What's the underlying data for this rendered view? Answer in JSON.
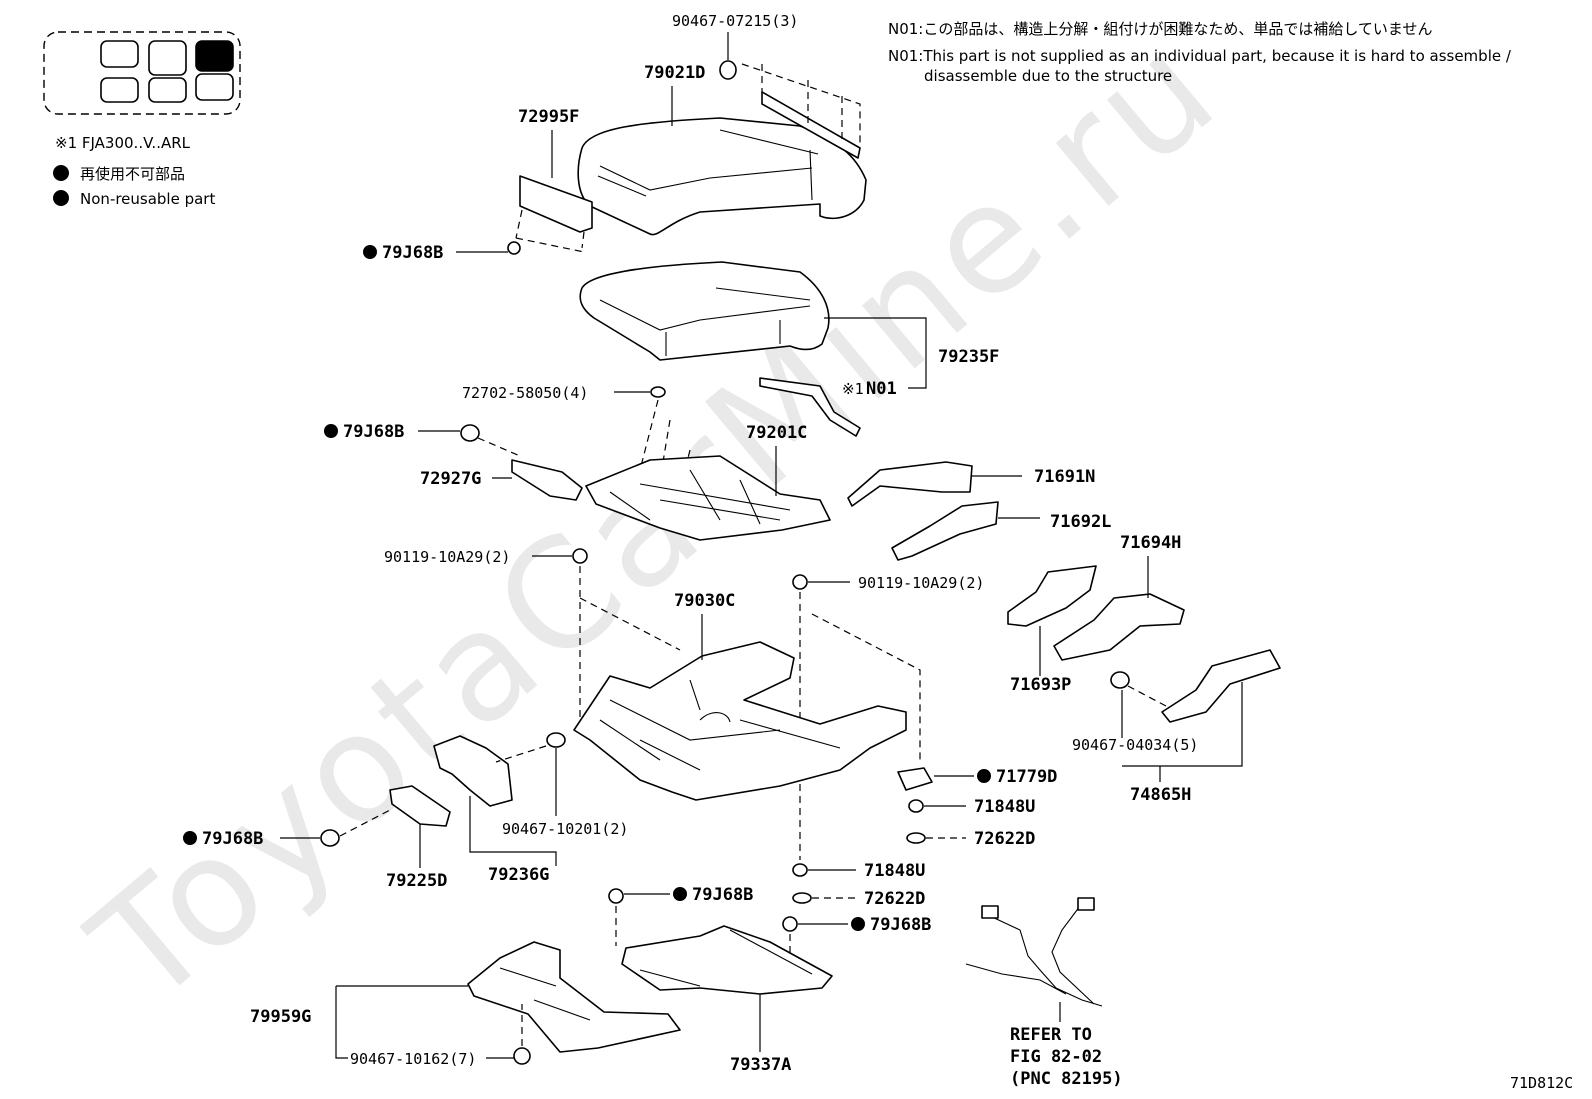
{
  "watermark": "ToyotaCarMine.ru",
  "notes": {
    "jp": "N01:この部品は、構造上分解・組付けが困難なため、単品では補給していません",
    "en_line1": "N01:This part is not supplied as an individual part, because it is hard to assemble /",
    "en_line2": "disassemble due to the structure"
  },
  "legend": {
    "model": "※1 FJA300..V..ARL",
    "nonreusable_jp": "再使用不可部品",
    "nonreusable_en": "Non-reusable part"
  },
  "labels": {
    "p90467_07215": "90467-07215(3)",
    "p79021D": "79021D",
    "p72995F": "72995F",
    "p79J68B_a": "79J68B",
    "p79235F": "79235F",
    "pN01": "N01",
    "n01_prefix": "※1",
    "p72702_58050": "72702-58050(4)",
    "p79J68B_b": "79J68B",
    "p79201C": "79201C",
    "p72927G": "72927G",
    "p71691N": "71691N",
    "p71692L": "71692L",
    "p71694H": "71694H",
    "p90119_a": "90119-10A29(2)",
    "p90119_b": "90119-10A29(2)",
    "p79030C": "79030C",
    "p71693P": "71693P",
    "p90467_04034": "90467-04034(5)",
    "p74865H": "74865H",
    "p71779D": "71779D",
    "p71848U_a": "71848U",
    "p72622D_a": "72622D",
    "p90467_10201": "90467-10201(2)",
    "p79J68B_c": "79J68B",
    "p79225D": "79225D",
    "p79236G": "79236G",
    "p71848U_b": "71848U",
    "p72622D_b": "72622D",
    "p79J68B_d": "79J68B",
    "p79J68B_e": "79J68B",
    "p79959G": "79959G",
    "p90467_10162": "90467-10162(7)",
    "p79337A": "79337A",
    "refer1": "REFER TO",
    "refer2": "FIG 82-02",
    "refer3": "(PNC 82195)",
    "fig_code": "71D812C"
  }
}
